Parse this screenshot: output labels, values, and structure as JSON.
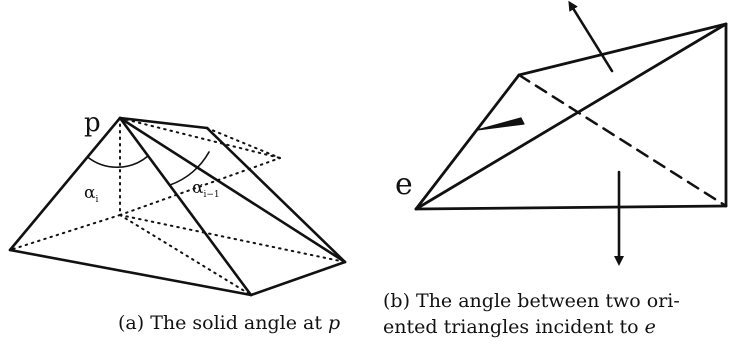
{
  "figure_a": {
    "apex_label": "p",
    "angle_label_1": "α",
    "angle_label_1_sub": "i",
    "angle_label_2": "α",
    "angle_label_2_sub": "i−1",
    "caption_prefix": "(a) The solid angle at ",
    "caption_var": "p"
  },
  "figure_b": {
    "edge_label": "e",
    "caption_line1": "(b) The angle between two ori-",
    "caption_line2_prefix": "ented triangles incident to ",
    "caption_var": "e"
  },
  "colors": {
    "ink": "#111111",
    "background": "#ffffff"
  }
}
